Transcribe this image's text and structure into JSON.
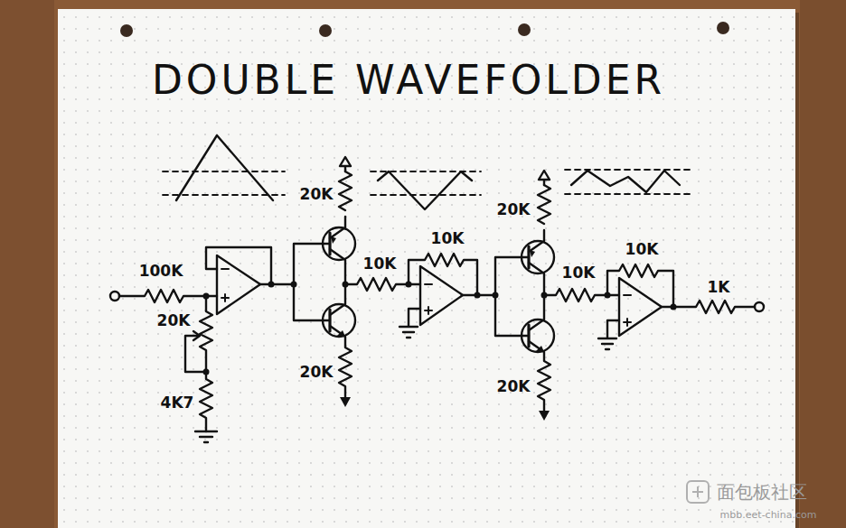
{
  "diagram": {
    "title": "DOUBLE WAVEFOLDER",
    "labels": [
      "100K",
      "20K",
      "4K7",
      "20K",
      "20K",
      "10K",
      "10K",
      "20K",
      "10K",
      "20K",
      "10K",
      "1K",
      "面包板社区",
      "mbb.eet-china.com"
    ]
  }
}
